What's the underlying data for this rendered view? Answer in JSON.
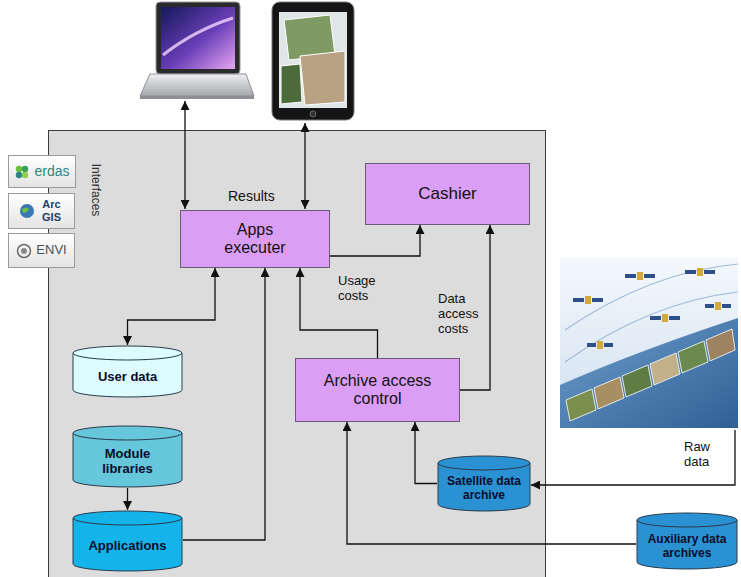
{
  "diagram": {
    "nodes": [
      {
        "text": [
          "erdas"
        ]
      },
      {
        "text": [
          "Arc GIS"
        ]
      },
      {
        "text": [
          "ENVI"
        ]
      },
      {
        "text": [
          "Cashier"
        ]
      },
      {
        "text": [
          "Apps executer"
        ]
      },
      {
        "text": [
          "User data"
        ]
      },
      {
        "text": [
          "Archive access control"
        ]
      },
      {
        "text": [
          "Module libraries"
        ]
      },
      {
        "text": [
          "Satellite data archive"
        ]
      },
      {
        "text": [
          "Applications"
        ]
      },
      {
        "text": [
          "Auxiliary data archives"
        ]
      }
    ],
    "edges": [
      {
        "from": 4,
        "to": 3,
        "arrow": "to",
        "label": "Usage costs"
      },
      {
        "from": 6,
        "to": 3,
        "arrow": "to",
        "label": "Data access costs"
      },
      {
        "from": 4,
        "to": 5,
        "arrow": "both"
      },
      {
        "from": 6,
        "to": 4,
        "arrow": "to"
      },
      {
        "from": 9,
        "to": 4,
        "arrow": "to"
      },
      {
        "from": 7,
        "to": 9,
        "arrow": "to"
      },
      {
        "from": 8,
        "to": 6,
        "arrow": "to"
      },
      {
        "from": 10,
        "to": 6,
        "arrow": "to"
      }
    ],
    "labels": [
      "Results",
      "Interfaces",
      "Raw data"
    ]
  }
}
